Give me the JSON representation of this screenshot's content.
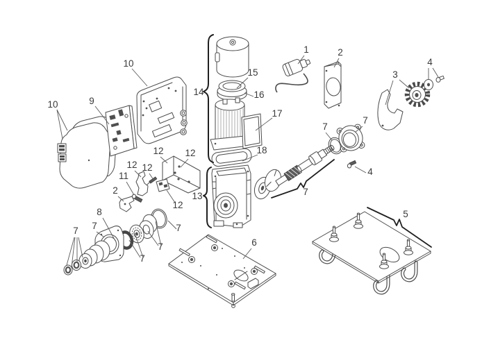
{
  "diagram": {
    "type": "exploded-parts-diagram",
    "background_color": "#ffffff",
    "line_color": "#4a4a4a",
    "label_color": "#3a3a3a",
    "callouts": [
      {
        "text": "10"
      },
      {
        "text": "10"
      },
      {
        "text": "9"
      },
      {
        "text": "14"
      },
      {
        "text": "15"
      },
      {
        "text": "16"
      },
      {
        "text": "17"
      },
      {
        "text": "18"
      },
      {
        "text": "1"
      },
      {
        "text": "2"
      },
      {
        "text": "3"
      },
      {
        "text": "4"
      },
      {
        "text": "7"
      },
      {
        "text": "7"
      },
      {
        "text": "4"
      },
      {
        "text": "7"
      },
      {
        "text": "12"
      },
      {
        "text": "12"
      },
      {
        "text": "12"
      },
      {
        "text": "12"
      },
      {
        "text": "11"
      },
      {
        "text": "2"
      },
      {
        "text": "13"
      },
      {
        "text": "12"
      },
      {
        "text": "8"
      },
      {
        "text": "7"
      },
      {
        "text": "7"
      },
      {
        "text": "7"
      },
      {
        "text": "7"
      },
      {
        "text": "7"
      },
      {
        "text": "5"
      },
      {
        "text": "6"
      }
    ]
  }
}
